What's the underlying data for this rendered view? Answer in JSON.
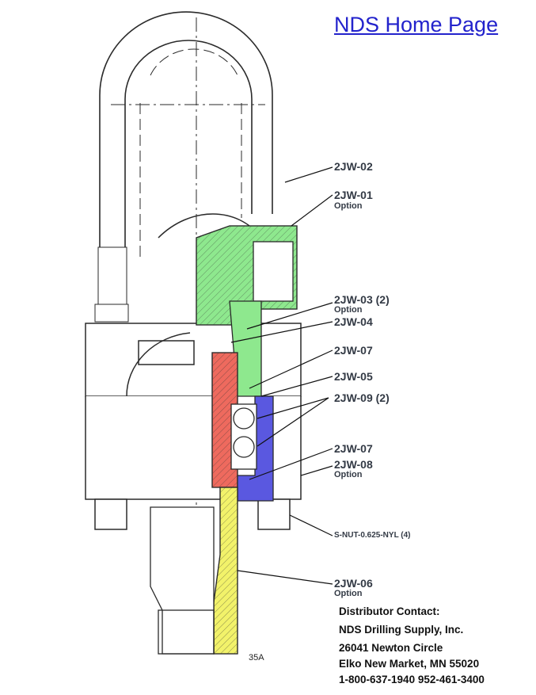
{
  "header": {
    "home_link": "NDS Home Page"
  },
  "labels": {
    "p02": "2JW-02",
    "p01": "2JW-01",
    "p01_opt": "Option",
    "p03": "2JW-03 (2)",
    "p03_opt": "Option",
    "p04": "2JW-04",
    "p07a": "2JW-07",
    "p05": "2JW-05",
    "p09": "2JW-09 (2)",
    "p07b": "2JW-07",
    "p08": "2JW-08",
    "p08_opt": "Option",
    "nut": "S-NUT-0.625-NYL (4)",
    "p06": "2JW-06",
    "p06_opt": "Option"
  },
  "page_number": "35A",
  "contact": {
    "heading": "Distributor Contact:",
    "company": "NDS Drilling Supply, Inc.",
    "street": "26041 Newton Circle",
    "city": "Elko New Market, MN 55020",
    "phones": "1-800-637-1940  952-461-3400"
  },
  "colors": {
    "green": "#8ee88e",
    "red": "#ee6a5e",
    "blue": "#5a58e0",
    "yellow": "#f2f26a",
    "line": "#2a2a2a",
    "link": "#2323cc"
  }
}
